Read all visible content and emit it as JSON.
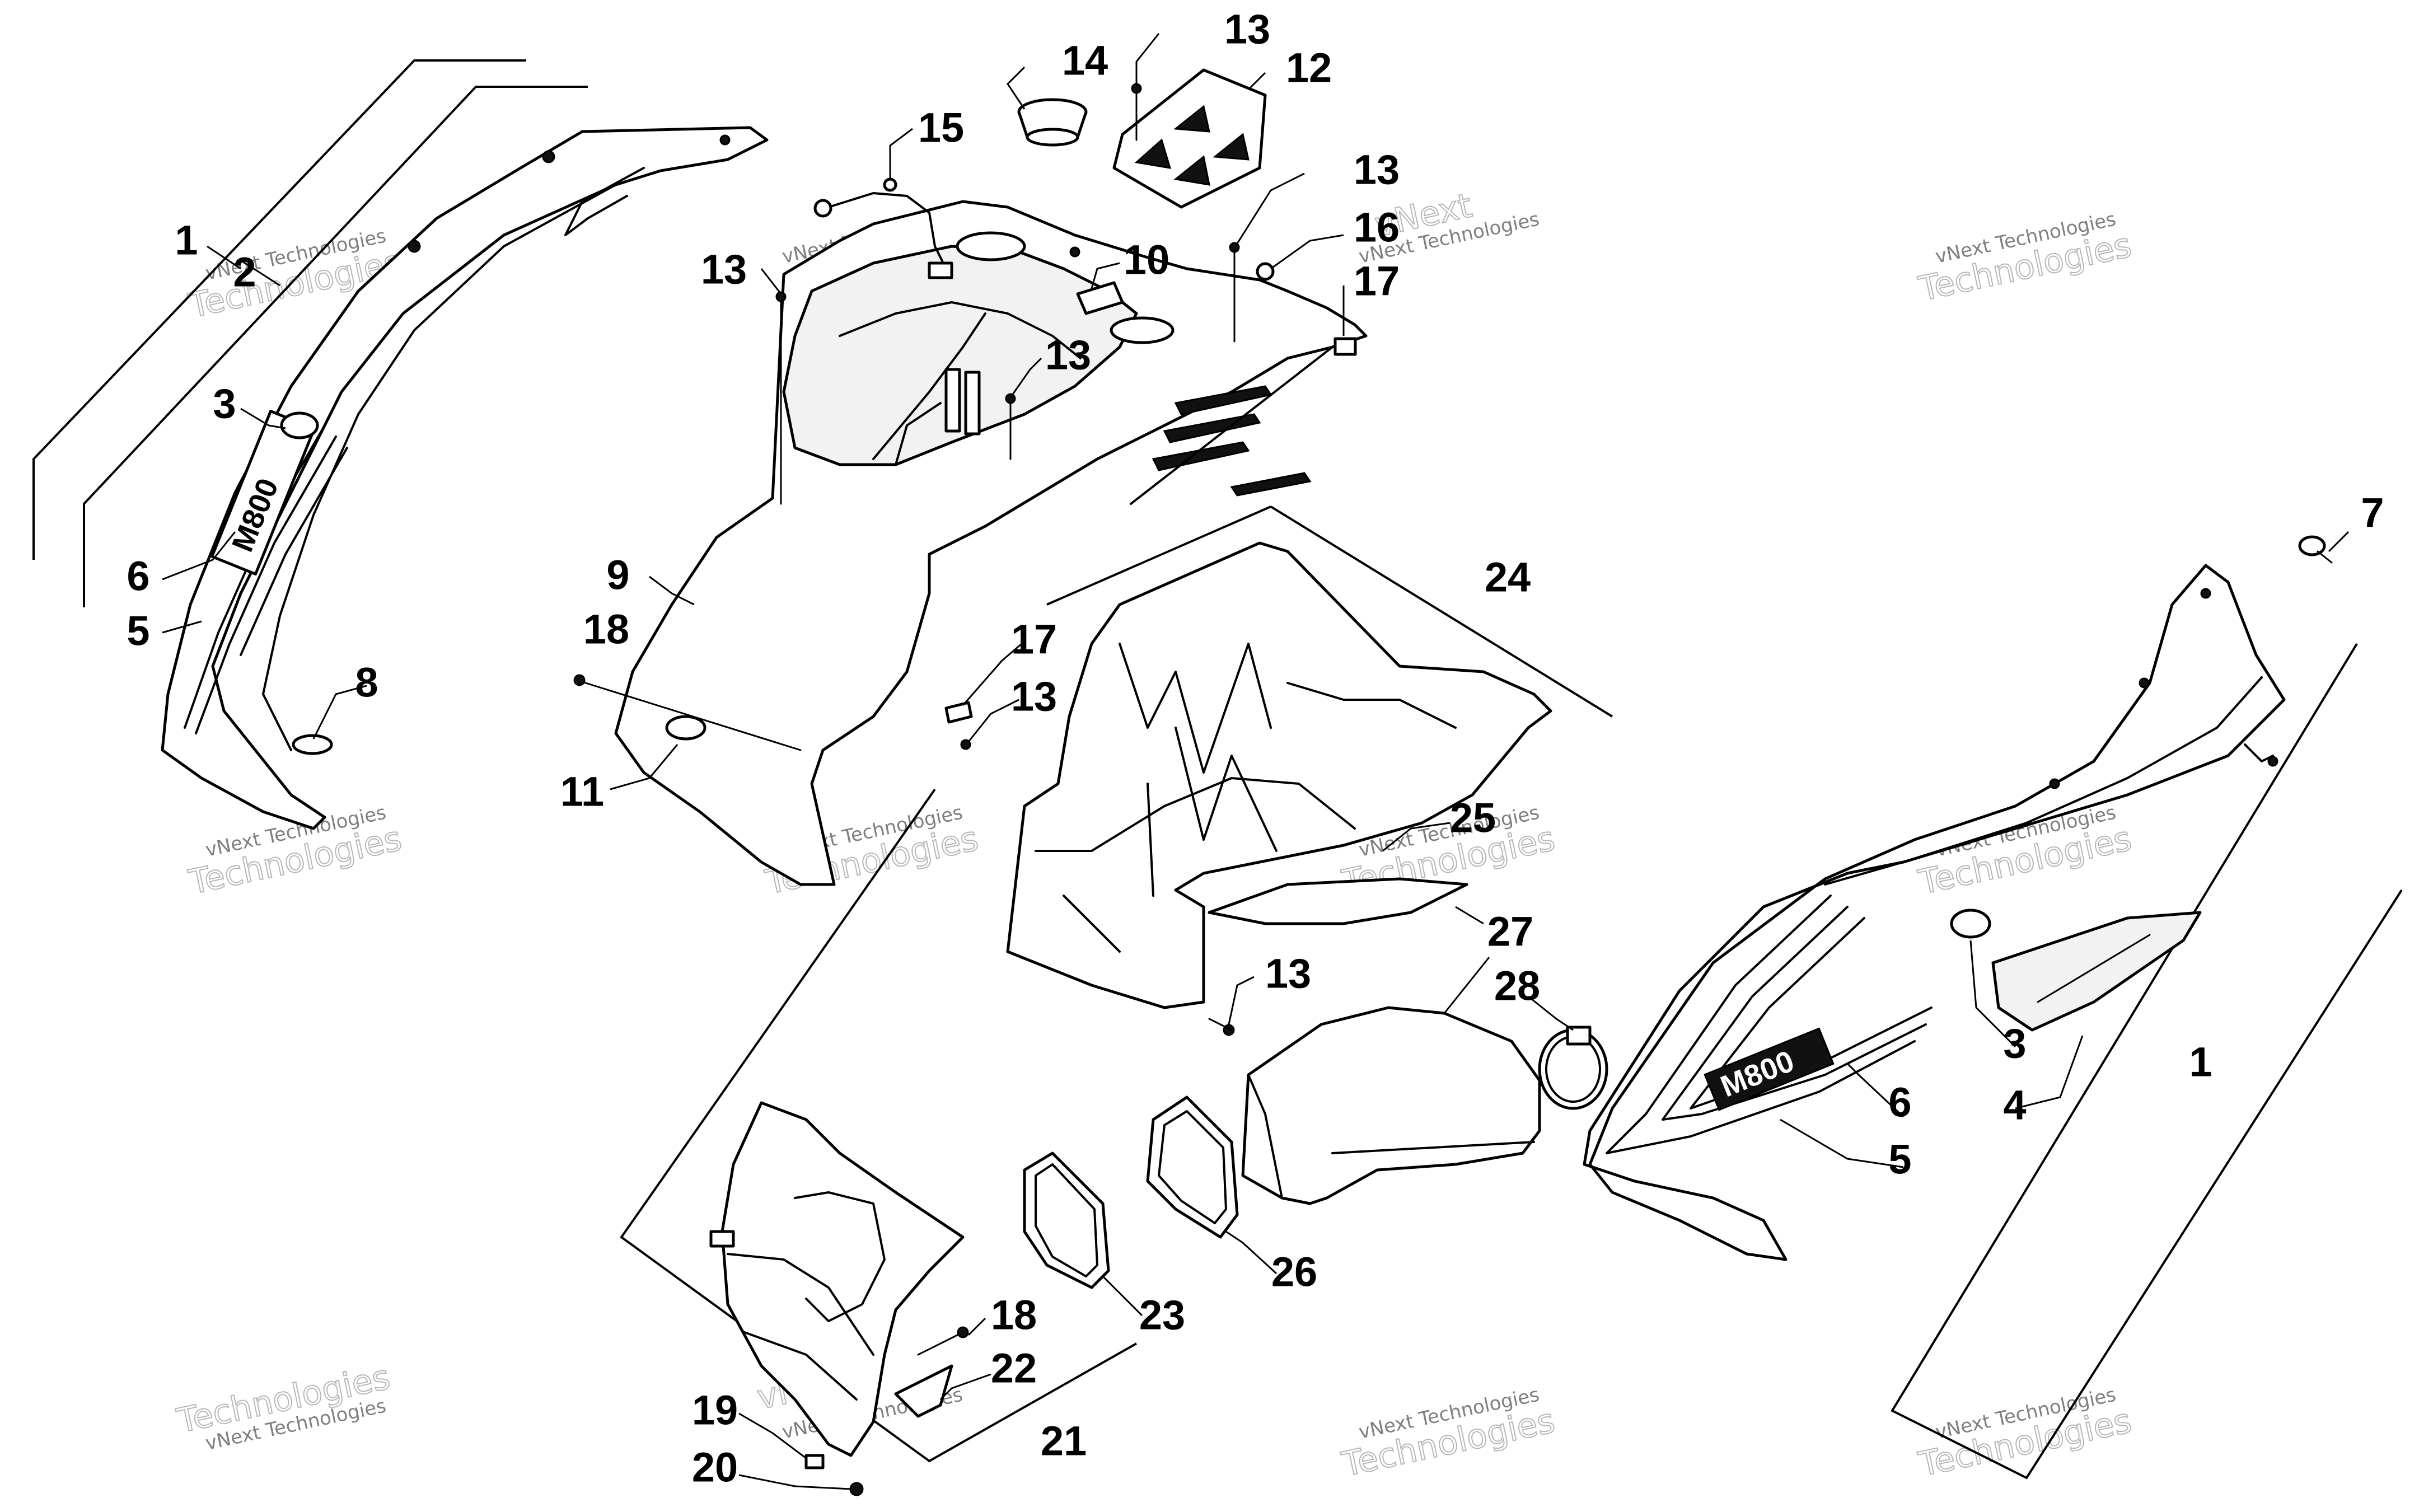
{
  "watermark": {
    "line1": "vNext Technologies",
    "line2": "vNext",
    "line3": "Technologies"
  },
  "badge_text": "M800",
  "callouts": {
    "c1a": "1",
    "c2": "2",
    "c3a": "3",
    "c6a": "6",
    "c5a": "5",
    "c8": "8",
    "c9": "9",
    "c18a": "18",
    "c11": "11",
    "c13a": "13",
    "c14": "14",
    "c15": "15",
    "c13b": "13",
    "c12": "12",
    "c13c": "13",
    "c16": "16",
    "c10": "10",
    "c17a": "17",
    "c13d": "13",
    "c17b": "17",
    "c13e": "13",
    "c24": "24",
    "c25": "25",
    "c13f": "13",
    "c27": "27",
    "c28": "28",
    "c7": "7",
    "c3b": "3",
    "c4": "4",
    "c1b": "1",
    "c6b": "6",
    "c5b": "5",
    "c26": "26",
    "c23": "23",
    "c18b": "18",
    "c22": "22",
    "c21": "21",
    "c19": "19",
    "c20": "20"
  }
}
